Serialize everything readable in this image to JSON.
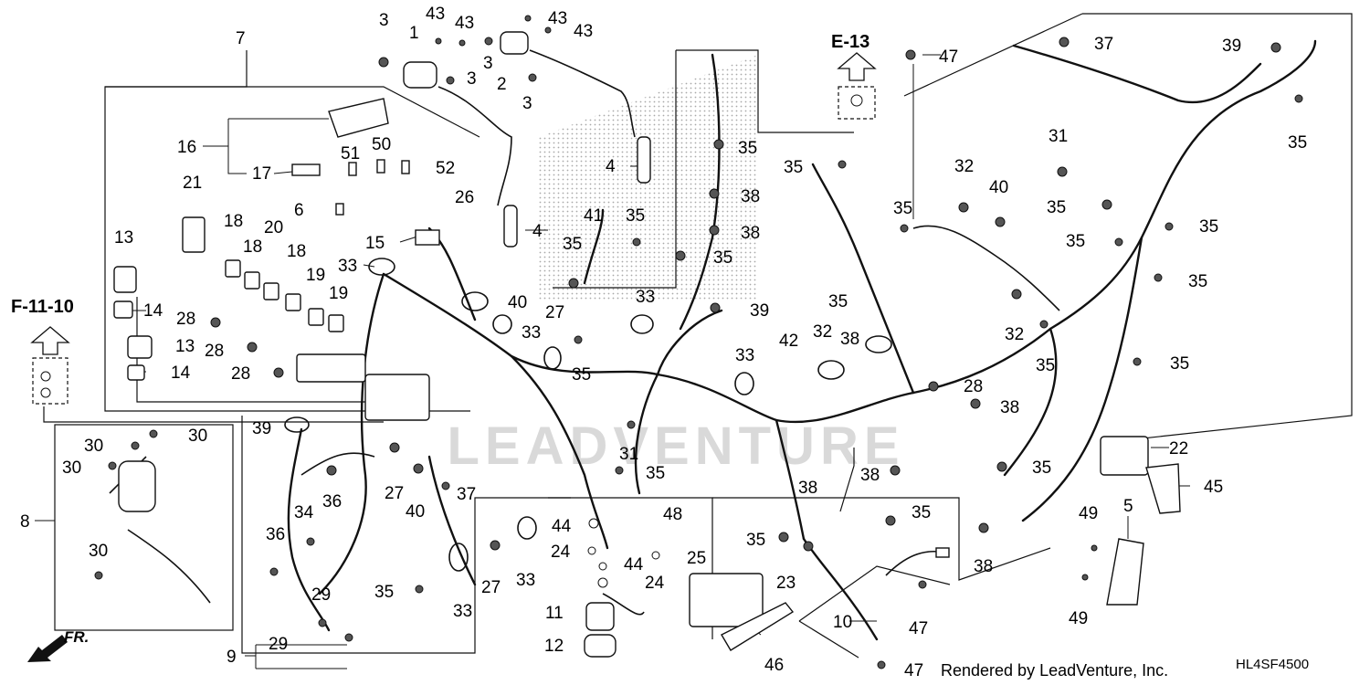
{
  "callouts": [
    "1",
    "2",
    "3",
    "4",
    "5",
    "6",
    "7",
    "8",
    "9",
    "10",
    "11",
    "12",
    "13",
    "14",
    "15",
    "16",
    "17",
    "18",
    "19",
    "20",
    "21",
    "22",
    "23",
    "24",
    "25",
    "26",
    "27",
    "28",
    "29",
    "30",
    "31",
    "32",
    "33",
    "34",
    "35",
    "36",
    "37",
    "38",
    "39",
    "40",
    "41",
    "42",
    "43",
    "44",
    "45",
    "46",
    "47",
    "48",
    "49",
    "50",
    "51",
    "52"
  ],
  "references": {
    "upper": "E-13",
    "left": "F-11-10"
  },
  "direction": "FR.",
  "credit": "Rendered by LeadVenture, Inc.",
  "diagram_code": "HL4SF4500",
  "watermark": "LEADVENTURE",
  "colors": {
    "line": "#111111",
    "dots": "#9a9a9a",
    "watermark": "#d9d9d9"
  }
}
